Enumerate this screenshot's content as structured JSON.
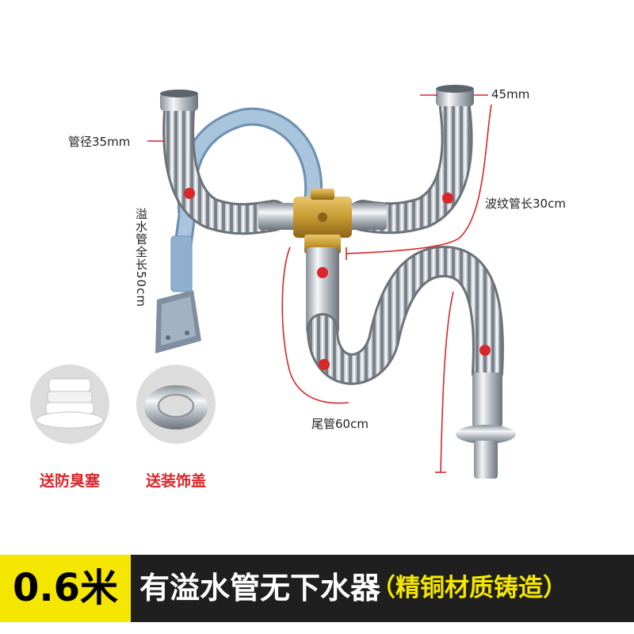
{
  "labels": {
    "pipe_diameter": "管径35mm",
    "outlet_size": "45mm",
    "corrugated_length": "波纹管长30cm",
    "overflow_length": "溢水管全长50cm",
    "tail_length": "尾管60cm"
  },
  "gifts": {
    "odor_plug": "送防臭塞",
    "cover": "送装饰盖"
  },
  "banner": {
    "size": "0.6米",
    "title": "有溢水管无下水器",
    "note": "（精铜材质铸造）"
  },
  "colors": {
    "banner_yellow": "#f5e600",
    "banner_dark": "#1f1f1f",
    "accent_red": "#d8262b",
    "hose_blue": "#8fb0cf",
    "brass": "#c89a32"
  }
}
